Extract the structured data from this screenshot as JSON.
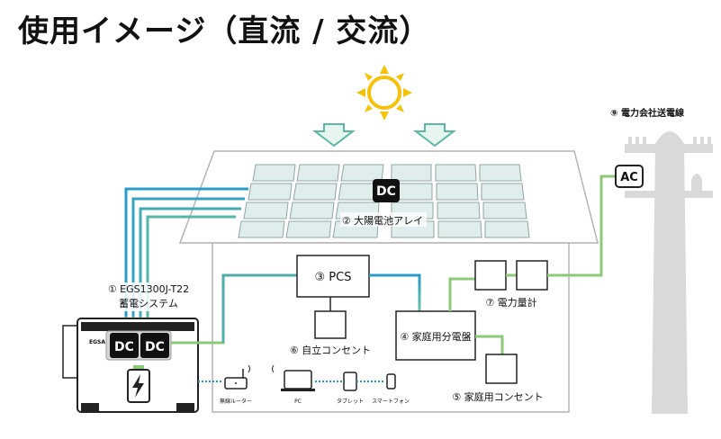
{
  "title": "使用イメージ（直流 / 交流）",
  "labels": {
    "solar_array": "② 大陽電池アレイ",
    "dc_panel": "DC",
    "system_line1": "① EGS1300J-T22",
    "system_line2": "蓄電システム",
    "unit_dc_left": "DC",
    "unit_dc_right": "DC",
    "pcs": "③ PCS",
    "standalone_outlet": "⑥ 自立コンセント",
    "distribution_board": "④ 家庭用分電盤",
    "home_outlet": "⑤ 家庭用コンセント",
    "power_meter": "⑦ 電力量計",
    "grid_line": "⑨ 電力会社送電線",
    "ac_badge": "AC",
    "router": "無線ルーター",
    "pc": "PC",
    "tablet": "タブレット",
    "smartphone": "スマートフォン"
  },
  "colors": {
    "dc_line": "#2a9bc9",
    "ac_line": "#8cc97a",
    "panel_fill": "#dfeeed",
    "house_stroke": "#b4b4b4",
    "pole_fill": "#d9d9d9",
    "sun": "#f5c20a",
    "arrow_fill": "#e7f5f1",
    "arrow_stroke": "#5bb7a3"
  }
}
